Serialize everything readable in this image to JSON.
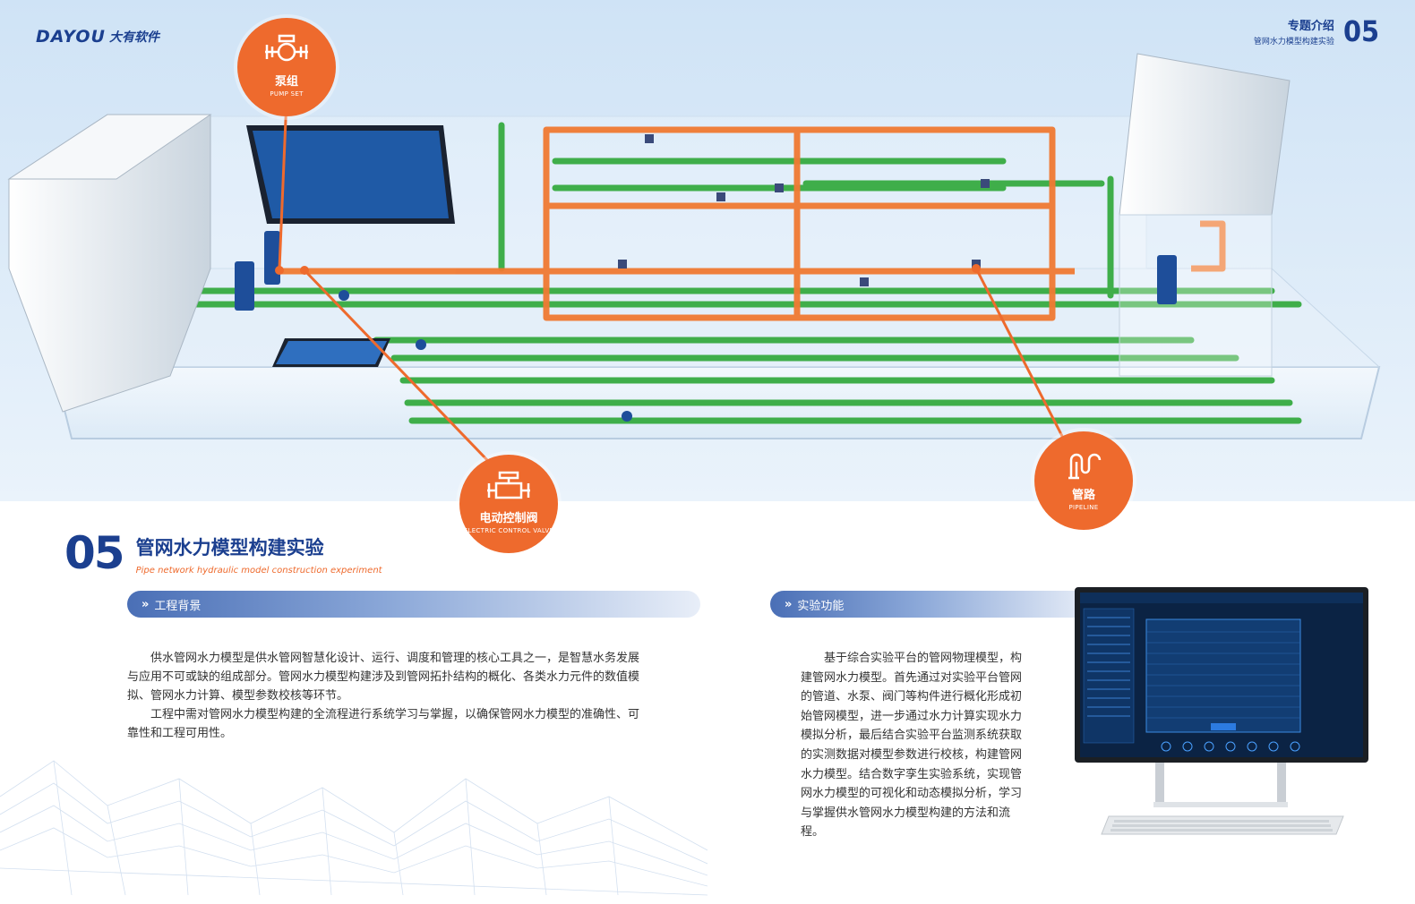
{
  "brand": {
    "logo_word": "DAYOU",
    "logo_cn": "大有软件"
  },
  "header": {
    "topic": "专题介绍",
    "subtitle": "管网水力模型构建实验",
    "number": "05"
  },
  "callouts": [
    {
      "cn": "泵组",
      "en": "PUMP SET",
      "icon": "pump-icon"
    },
    {
      "cn": "电动控制阀",
      "en": "ELECTRIC CONTROL VALVE",
      "icon": "valve-icon"
    },
    {
      "cn": "管路",
      "en": "PIPELINE",
      "icon": "pipe-icon"
    }
  ],
  "section": {
    "number": "05",
    "title": "管网水力模型构建实验",
    "title_en": "Pipe network hydraulic model construction experiment"
  },
  "background": {
    "label": "工程背景",
    "paragraphs": [
      "供水管网水力模型是供水管网智慧化设计、运行、调度和管理的核心工具之一，是智慧水务发展与应用不可或缺的组成部分。管网水力模型构建涉及到管网拓扑结构的概化、各类水力元件的数值模拟、管网水力计算、模型参数校核等环节。",
      "工程中需对管网水力模型构建的全流程进行系统学习与掌握，以确保管网水力模型的准确性、可靠性和工程可用性。"
    ]
  },
  "function": {
    "label": "实验功能",
    "paragraph": "基于综合实验平台的管网物理模型，构建管网水力模型。首先通过对实验平台管网的管道、水泵、阀门等构件进行概化形成初始管网模型，进一步通过水力计算实现水力模拟分析，最后结合实验平台监测系统获取的实测数据对模型参数进行校核，构建管网水力模型。结合数字孪生实验系统，实现管网水力模型的可视化和动态模拟分析，学习与掌握供水管网水力模型构建的方法和流程。"
  },
  "colors": {
    "brand_blue": "#1b3f8f",
    "accent_orange": "#ee6a2d",
    "pipe_green": "#3fae4a"
  }
}
